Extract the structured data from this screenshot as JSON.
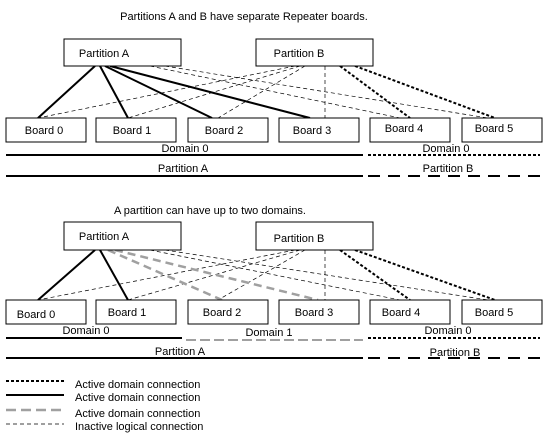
{
  "top_diagram": {
    "caption": "Partitions A and B have separate Repeater boards.",
    "partitions": [
      "Partition A",
      "Partition B"
    ],
    "boards": [
      "Board 0",
      "Board 1",
      "Board 2",
      "Board 3",
      "Board 4",
      "Board 5"
    ],
    "domain_labels": [
      "Domain 0",
      "Domain 0"
    ],
    "partition_labels": [
      "Partition A",
      "Partition B"
    ]
  },
  "bottom_diagram": {
    "caption": "A partition can have up to two domains.",
    "partitions": [
      "Partition A",
      "Partition B"
    ],
    "boards": [
      "Board 0",
      "Board 1",
      "Board 2",
      "Board 3",
      "Board 4",
      "Board 5"
    ],
    "domain_labels": [
      "Domain 0",
      "Domain 1",
      "Domain 0"
    ],
    "partition_labels": [
      "Partition A",
      "Partition B"
    ]
  },
  "legend": [
    {
      "style": "dotted-black",
      "label": "Active domain connection"
    },
    {
      "style": "solid-black",
      "label": "Active domain connection"
    },
    {
      "style": "dashed-gray",
      "label": "Active domain connection"
    },
    {
      "style": "thin-dashed",
      "label": "Inactive logical connection"
    }
  ],
  "colors": {
    "ink": "#000000",
    "gray": "#a0a0a0",
    "background": "#ffffff"
  }
}
